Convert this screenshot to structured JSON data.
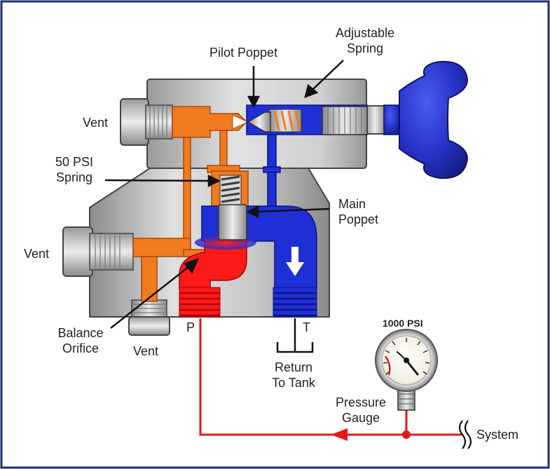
{
  "colors": {
    "frame": "#1c2f6e",
    "body_light": "#d9d9d9",
    "body_dark": "#8f8f8f",
    "pilot_oil": "#f07a1e",
    "pressure_oil": "#ff1a1a",
    "return_oil": "#1f2fd6",
    "knob": "#2633c8",
    "pipe": "#e31818"
  },
  "labels": {
    "pilot_poppet": "Pilot Poppet",
    "adjustable_spring_1": "Adjustable",
    "adjustable_spring_2": "Spring",
    "vent_top": "Vent",
    "spring50_1": "50 PSI",
    "spring50_2": "Spring",
    "main_poppet_1": "Main",
    "main_poppet_2": "Poppet",
    "vent_mid": "Vent",
    "balance_orifice_1": "Balance",
    "balance_orifice_2": "Orifice",
    "vent_bottom": "Vent",
    "port_p": "P",
    "port_t": "T",
    "return_tank_1": "Return",
    "return_tank_2": "To Tank",
    "gauge_value": "1000 PSI",
    "pressure_gauge_1": "Pressure",
    "pressure_gauge_2": "Gauge",
    "system": "System"
  },
  "icons": {
    "flow_arrow": "down-arrow-icon",
    "pipe_arrow": "left-arrow-icon",
    "system_break": "pipe-break-icon",
    "tank": "tank-symbol-icon",
    "gauge": "pressure-gauge-icon"
  }
}
